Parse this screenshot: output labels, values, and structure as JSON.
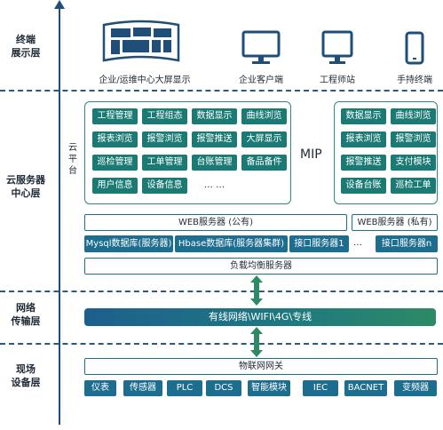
{
  "layers": [
    {
      "label": "终端\n展示层"
    },
    {
      "label": "云服务器\n中心层"
    },
    {
      "label": "网络\n传输层"
    },
    {
      "label": "现场\n设备层"
    }
  ],
  "terminals": [
    {
      "label": "企业/运维中心大屏显示",
      "icon": "large-screen-icon"
    },
    {
      "label": "企业客户端",
      "icon": "monitor-icon"
    },
    {
      "label": "工程师站",
      "icon": "workstation-icon"
    },
    {
      "label": "手持终端",
      "icon": "phone-icon"
    }
  ],
  "cloud_platform_label": "云平台",
  "mip_label": "MIP",
  "public_modules": [
    "工程管理",
    "工程组态",
    "数据显示",
    "曲线浏览",
    "报表浏览",
    "报警浏览",
    "报警推送",
    "大屏显示",
    "巡检管理",
    "工单管理",
    "台账管理",
    "备品备件",
    "用户信息",
    "设备信息",
    "… …"
  ],
  "private_modules": [
    "数据显示",
    "曲线浏览",
    "报表浏览",
    "报警浏览",
    "报警推送",
    "支付模块",
    "设备台账",
    "巡检工单"
  ],
  "web_public": "WEB服务器 (公有)",
  "web_private": "WEB服务器 (私有)",
  "servers": [
    "Mysql数据库(服务器)",
    "Hbase数据库(服务器集群)",
    "接口服务器1",
    "…",
    "接口服务器n"
  ],
  "load_balancer": "负载均衡服务器",
  "network": "有线网络\\WIFI\\4G\\专线",
  "gateway": "物联网网关",
  "devices": [
    "仪表",
    "传感器",
    "PLC",
    "DCS",
    "智能模块",
    "IEC",
    "BACNET",
    "变频器"
  ]
}
